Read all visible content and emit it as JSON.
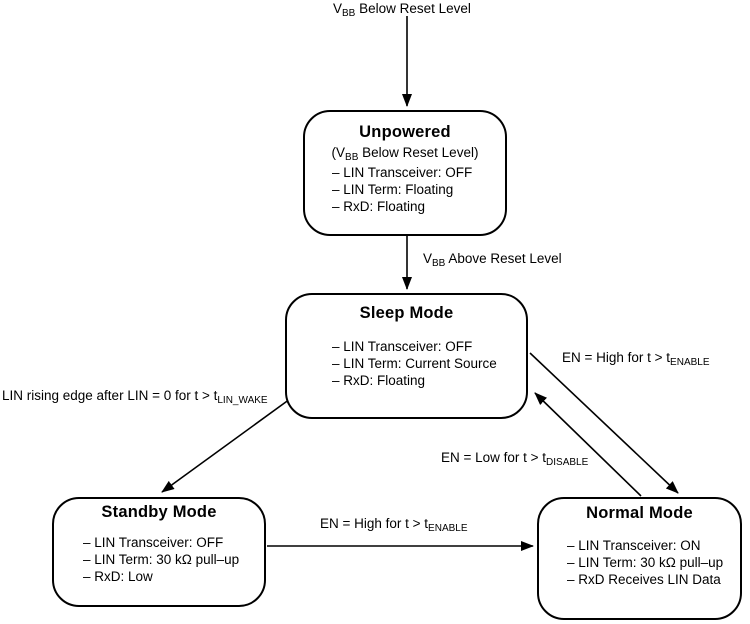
{
  "page": {
    "background_color": "#ffffff",
    "ink_color": "#000000",
    "diagram_type": "state-diagram"
  },
  "states": {
    "unpowered": {
      "title": "Unpowered",
      "subtitle": {
        "pre": "(V",
        "sub": "BB",
        "post": " Below Reset Level)"
      },
      "items": [
        "– LIN Transceiver: OFF",
        "– LIN Term: Floating",
        "– RxD: Floating"
      ]
    },
    "sleep": {
      "title": "Sleep Mode",
      "items": [
        "– LIN Transceiver: OFF",
        "– LIN Term: Current Source",
        "– RxD: Floating"
      ]
    },
    "standby": {
      "title": "Standby Mode",
      "items": [
        "– LIN Transceiver: OFF",
        "– LIN Term: 30 kΩ pull–up",
        "– RxD: Low"
      ]
    },
    "normal": {
      "title": "Normal Mode",
      "items": [
        "– LIN Transceiver: ON",
        "– LIN Term: 30 kΩ pull–up",
        "– RxD Receives LIN Data"
      ]
    }
  },
  "transitions": {
    "vbb_below": {
      "pre": "V",
      "sub": "BB",
      "post": " Below Reset Level"
    },
    "vbb_above": {
      "pre": "V",
      "sub": "BB",
      "post": " Above Reset Level"
    },
    "lin_wake": {
      "pre": "LIN rising edge after LIN = 0 for t > t",
      "sub": "LIN_WAKE",
      "post": ""
    },
    "standby_to_normal": {
      "pre": "EN = High for t > t",
      "sub": "ENABLE",
      "post": ""
    },
    "sleep_to_normal": {
      "pre": "EN = High for t > t",
      "sub": "ENABLE",
      "post": ""
    },
    "normal_to_sleep": {
      "pre": "EN = Low for t > t",
      "sub": "DISABLE",
      "post": ""
    }
  }
}
